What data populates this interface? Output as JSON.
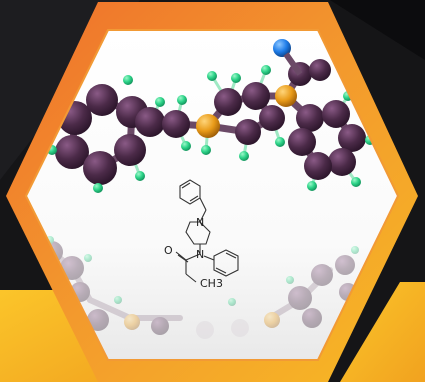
{
  "image": {
    "subject": "molecular-structure-illustration",
    "structure_labels": {
      "nitrogen_top": "N",
      "nitrogen_amide": "N",
      "oxygen": "O",
      "methyl": "CH3"
    },
    "colors": {
      "background_dark": "#151517",
      "frame_orange": "#f0902a",
      "frame_yellow": "#f7b824",
      "atom_purple": "#4b2a48",
      "atom_green": "#2fd58a",
      "atom_orange": "#e89a18",
      "atom_blue": "#1e7ce8",
      "panel_white": "#ffffff"
    }
  }
}
